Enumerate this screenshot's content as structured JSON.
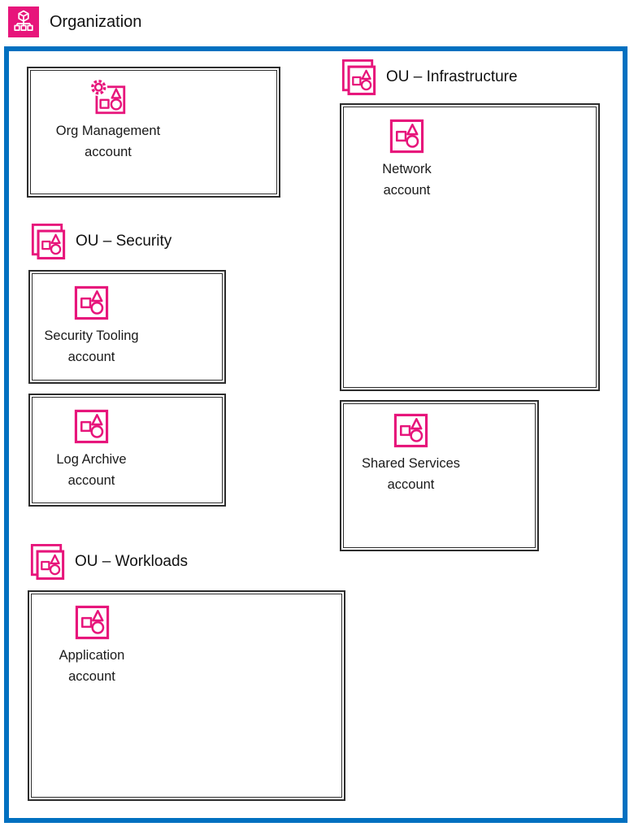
{
  "header": {
    "title": "Organization",
    "icon": "aws-organizations-icon"
  },
  "colors": {
    "accent_pink": "#E7157B",
    "frame_blue": "#0070C0",
    "box_border": "#2d2d2d",
    "text": "#1a1a1a",
    "icon_glyph_on_pink": "#ffffff"
  },
  "diagram": {
    "management_account": {
      "line1": "Org Management",
      "line2": "account",
      "icon": "management-account-icon"
    },
    "ous": [
      {
        "label": "OU – Security",
        "icon": "organizational-unit-icon"
      },
      {
        "label": "OU – Workloads",
        "icon": "organizational-unit-icon"
      },
      {
        "label": "OU – Infrastructure",
        "icon": "organizational-unit-icon"
      }
    ],
    "accounts": {
      "security_tooling": {
        "line1": "Security Tooling",
        "line2": "account",
        "icon": "account-icon"
      },
      "log_archive": {
        "line1": "Log Archive",
        "line2": "account",
        "icon": "account-icon"
      },
      "application": {
        "line1": "Application",
        "line2": "account",
        "icon": "account-icon"
      },
      "network": {
        "line1": "Network",
        "line2": "account",
        "icon": "account-icon"
      },
      "shared_services": {
        "line1": "Shared Services",
        "line2": "account",
        "icon": "account-icon"
      }
    }
  }
}
